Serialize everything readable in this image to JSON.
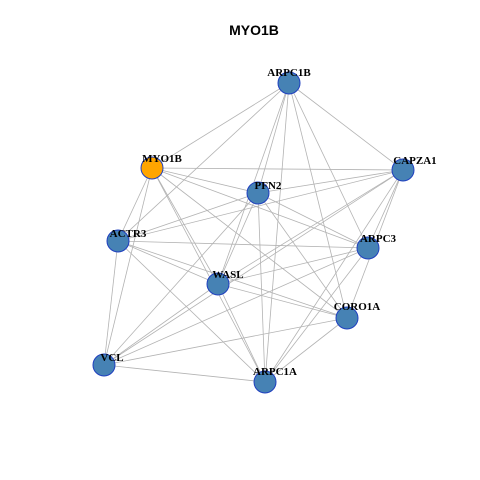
{
  "title": "MYO1B",
  "colors": {
    "node_fill": "#4682b4",
    "focus_fill": "#ffa500",
    "node_border": "#1f3fbf",
    "edge": "#b3b3b3"
  },
  "focus_node": "MYO1B",
  "nodes": [
    "ARPC1B",
    "MYO1B",
    "CAPZA1",
    "PFN2",
    "ACTR3",
    "ARPC3",
    "WASL",
    "CORO1A",
    "VCL",
    "ARPC1A"
  ],
  "edges": [
    [
      "ARPC1B",
      "MYO1B"
    ],
    [
      "ARPC1B",
      "ACTR3"
    ],
    [
      "ARPC1B",
      "PFN2"
    ],
    [
      "ARPC1B",
      "WASL"
    ],
    [
      "ARPC1B",
      "CAPZA1"
    ],
    [
      "ARPC1B",
      "ARPC3"
    ],
    [
      "ARPC1B",
      "CORO1A"
    ],
    [
      "ARPC1B",
      "ARPC1A"
    ],
    [
      "MYO1B",
      "CAPZA1"
    ],
    [
      "MYO1B",
      "PFN2"
    ],
    [
      "MYO1B",
      "ACTR3"
    ],
    [
      "MYO1B",
      "ARPC3"
    ],
    [
      "MYO1B",
      "WASL"
    ],
    [
      "MYO1B",
      "CORO1A"
    ],
    [
      "MYO1B",
      "VCL"
    ],
    [
      "MYO1B",
      "ARPC1A"
    ],
    [
      "CAPZA1",
      "PFN2"
    ],
    [
      "CAPZA1",
      "ACTR3"
    ],
    [
      "CAPZA1",
      "ARPC3"
    ],
    [
      "CAPZA1",
      "WASL"
    ],
    [
      "CAPZA1",
      "CORO1A"
    ],
    [
      "CAPZA1",
      "VCL"
    ],
    [
      "CAPZA1",
      "ARPC1A"
    ],
    [
      "PFN2",
      "ACTR3"
    ],
    [
      "PFN2",
      "ARPC3"
    ],
    [
      "PFN2",
      "WASL"
    ],
    [
      "PFN2",
      "CORO1A"
    ],
    [
      "PFN2",
      "VCL"
    ],
    [
      "PFN2",
      "ARPC1A"
    ],
    [
      "ACTR3",
      "ARPC3"
    ],
    [
      "ACTR3",
      "WASL"
    ],
    [
      "ACTR3",
      "CORO1A"
    ],
    [
      "ACTR3",
      "VCL"
    ],
    [
      "ACTR3",
      "ARPC1A"
    ],
    [
      "ARPC3",
      "WASL"
    ],
    [
      "ARPC3",
      "VCL"
    ],
    [
      "ARPC3",
      "ARPC1A"
    ],
    [
      "WASL",
      "CORO1A"
    ],
    [
      "WASL",
      "ARPC1A"
    ],
    [
      "WASL",
      "VCL"
    ],
    [
      "CORO1A",
      "VCL"
    ],
    [
      "CORO1A",
      "ARPC1A"
    ],
    [
      "VCL",
      "ARPC1A"
    ]
  ]
}
